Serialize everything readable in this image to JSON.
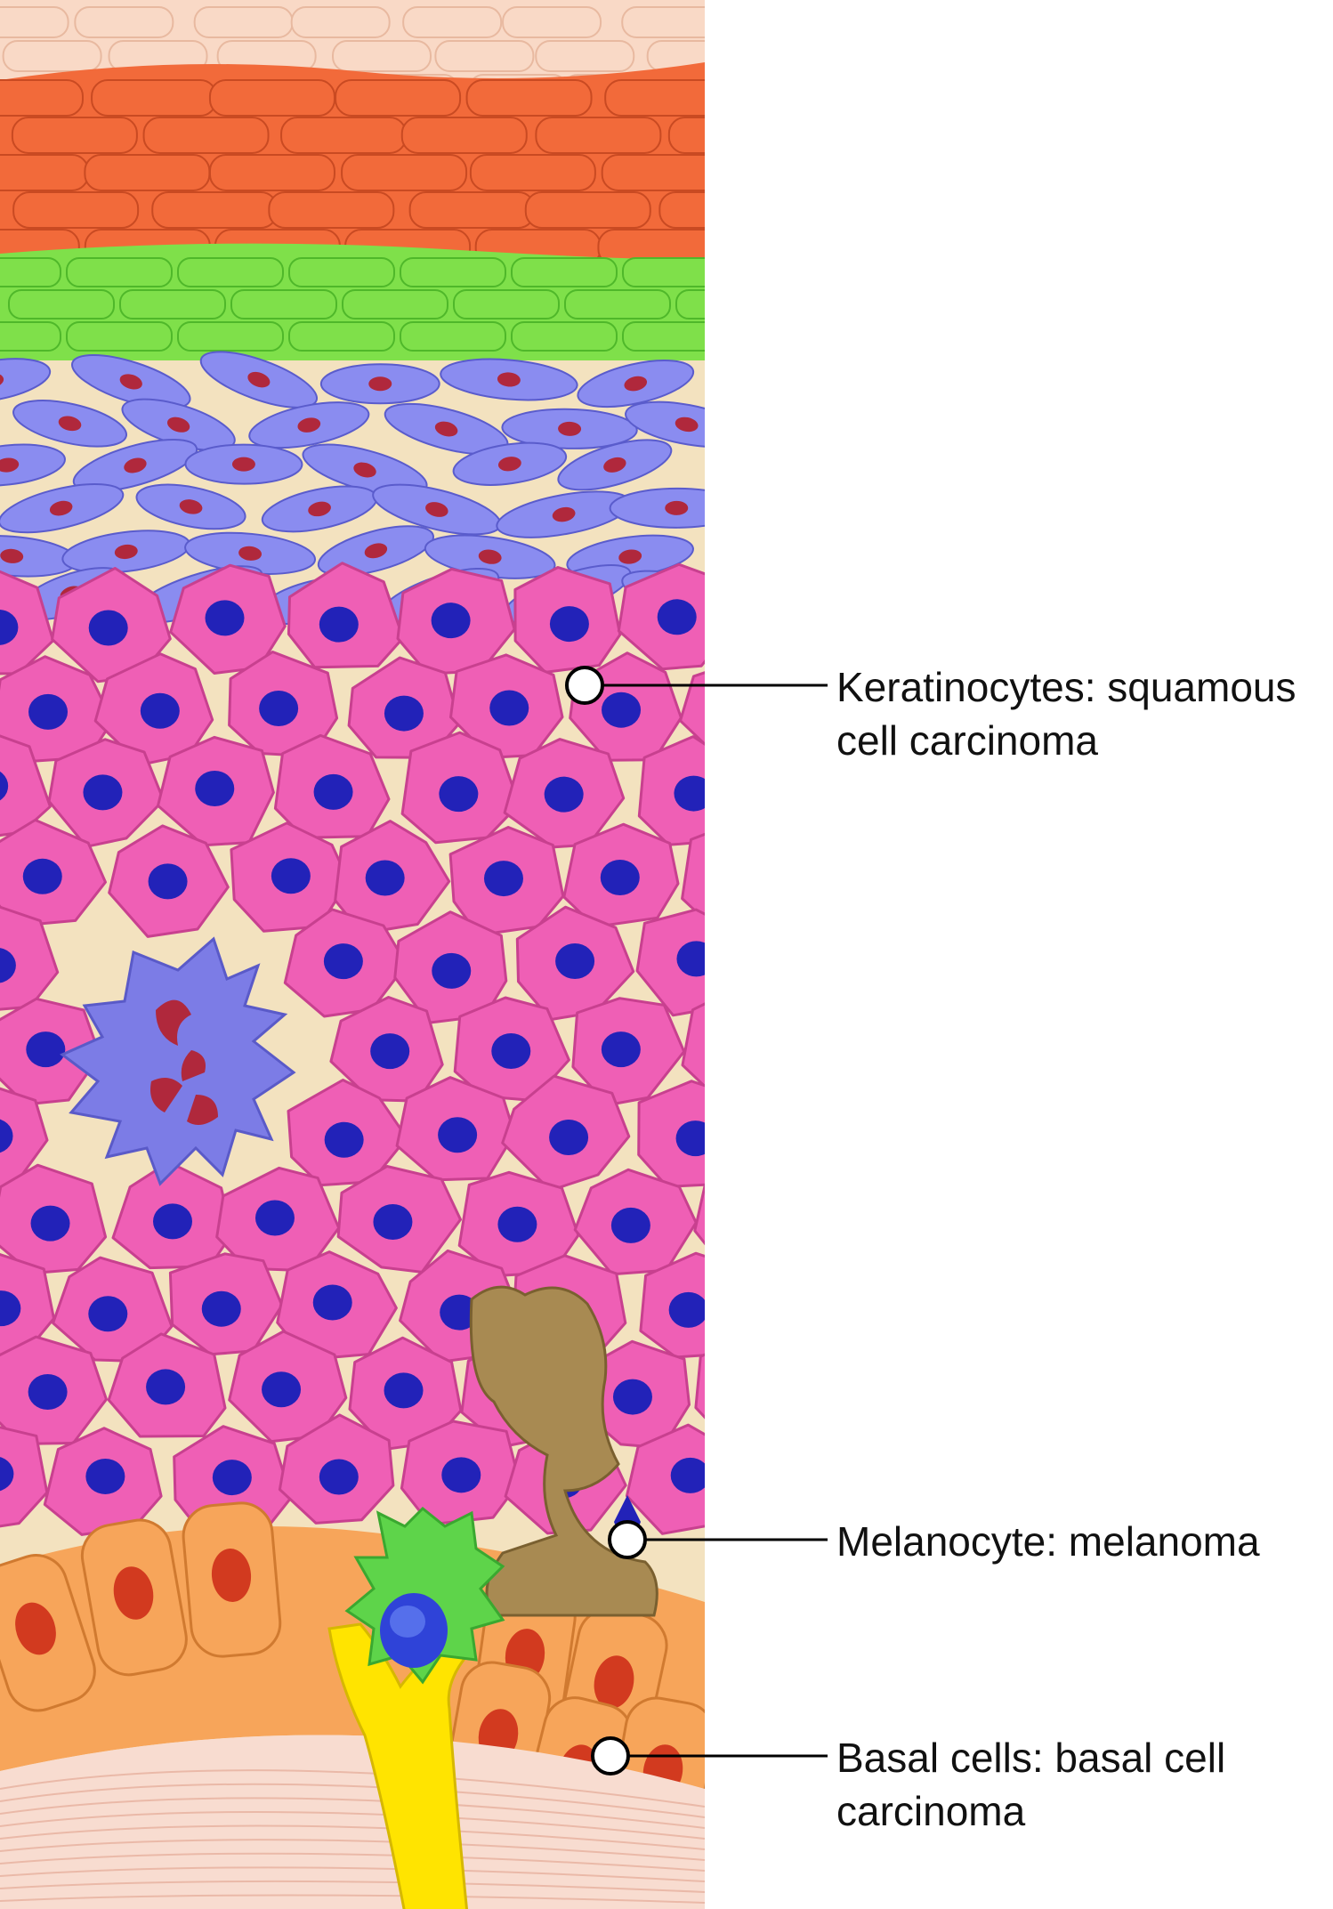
{
  "labels": [
    {
      "id": "keratinocytes",
      "line1": "Keratinocytes: squamous",
      "line2": "cell carcinoma"
    },
    {
      "id": "melanocyte",
      "line1": "Melanocyte: melanoma",
      "line2": ""
    },
    {
      "id": "basal",
      "line1": "Basal cells: basal cell",
      "line2": "carcinoma"
    }
  ],
  "colors": {
    "stratum_corneum_light": "#f9d9c6",
    "stratum_corneum": "#f26a3a",
    "stratum_lucidum": "#7fe04a",
    "stratum_granulosum": "#8a8cf0",
    "granule_nucleus": "#b0283c",
    "keratinocyte": "#ef5fb5",
    "keratinocyte_nucleus": "#2222b8",
    "intercellular": "#f3e2bf",
    "langerhans_cell": "#7c7ce6",
    "melanocyte": "#a88a52",
    "merkel_cell": "#5ed44a",
    "basal_cell": "#f7a55a",
    "basal_nucleus": "#d23a1f",
    "dermis": "#f8dcd0",
    "nerve": "#ffe400"
  }
}
